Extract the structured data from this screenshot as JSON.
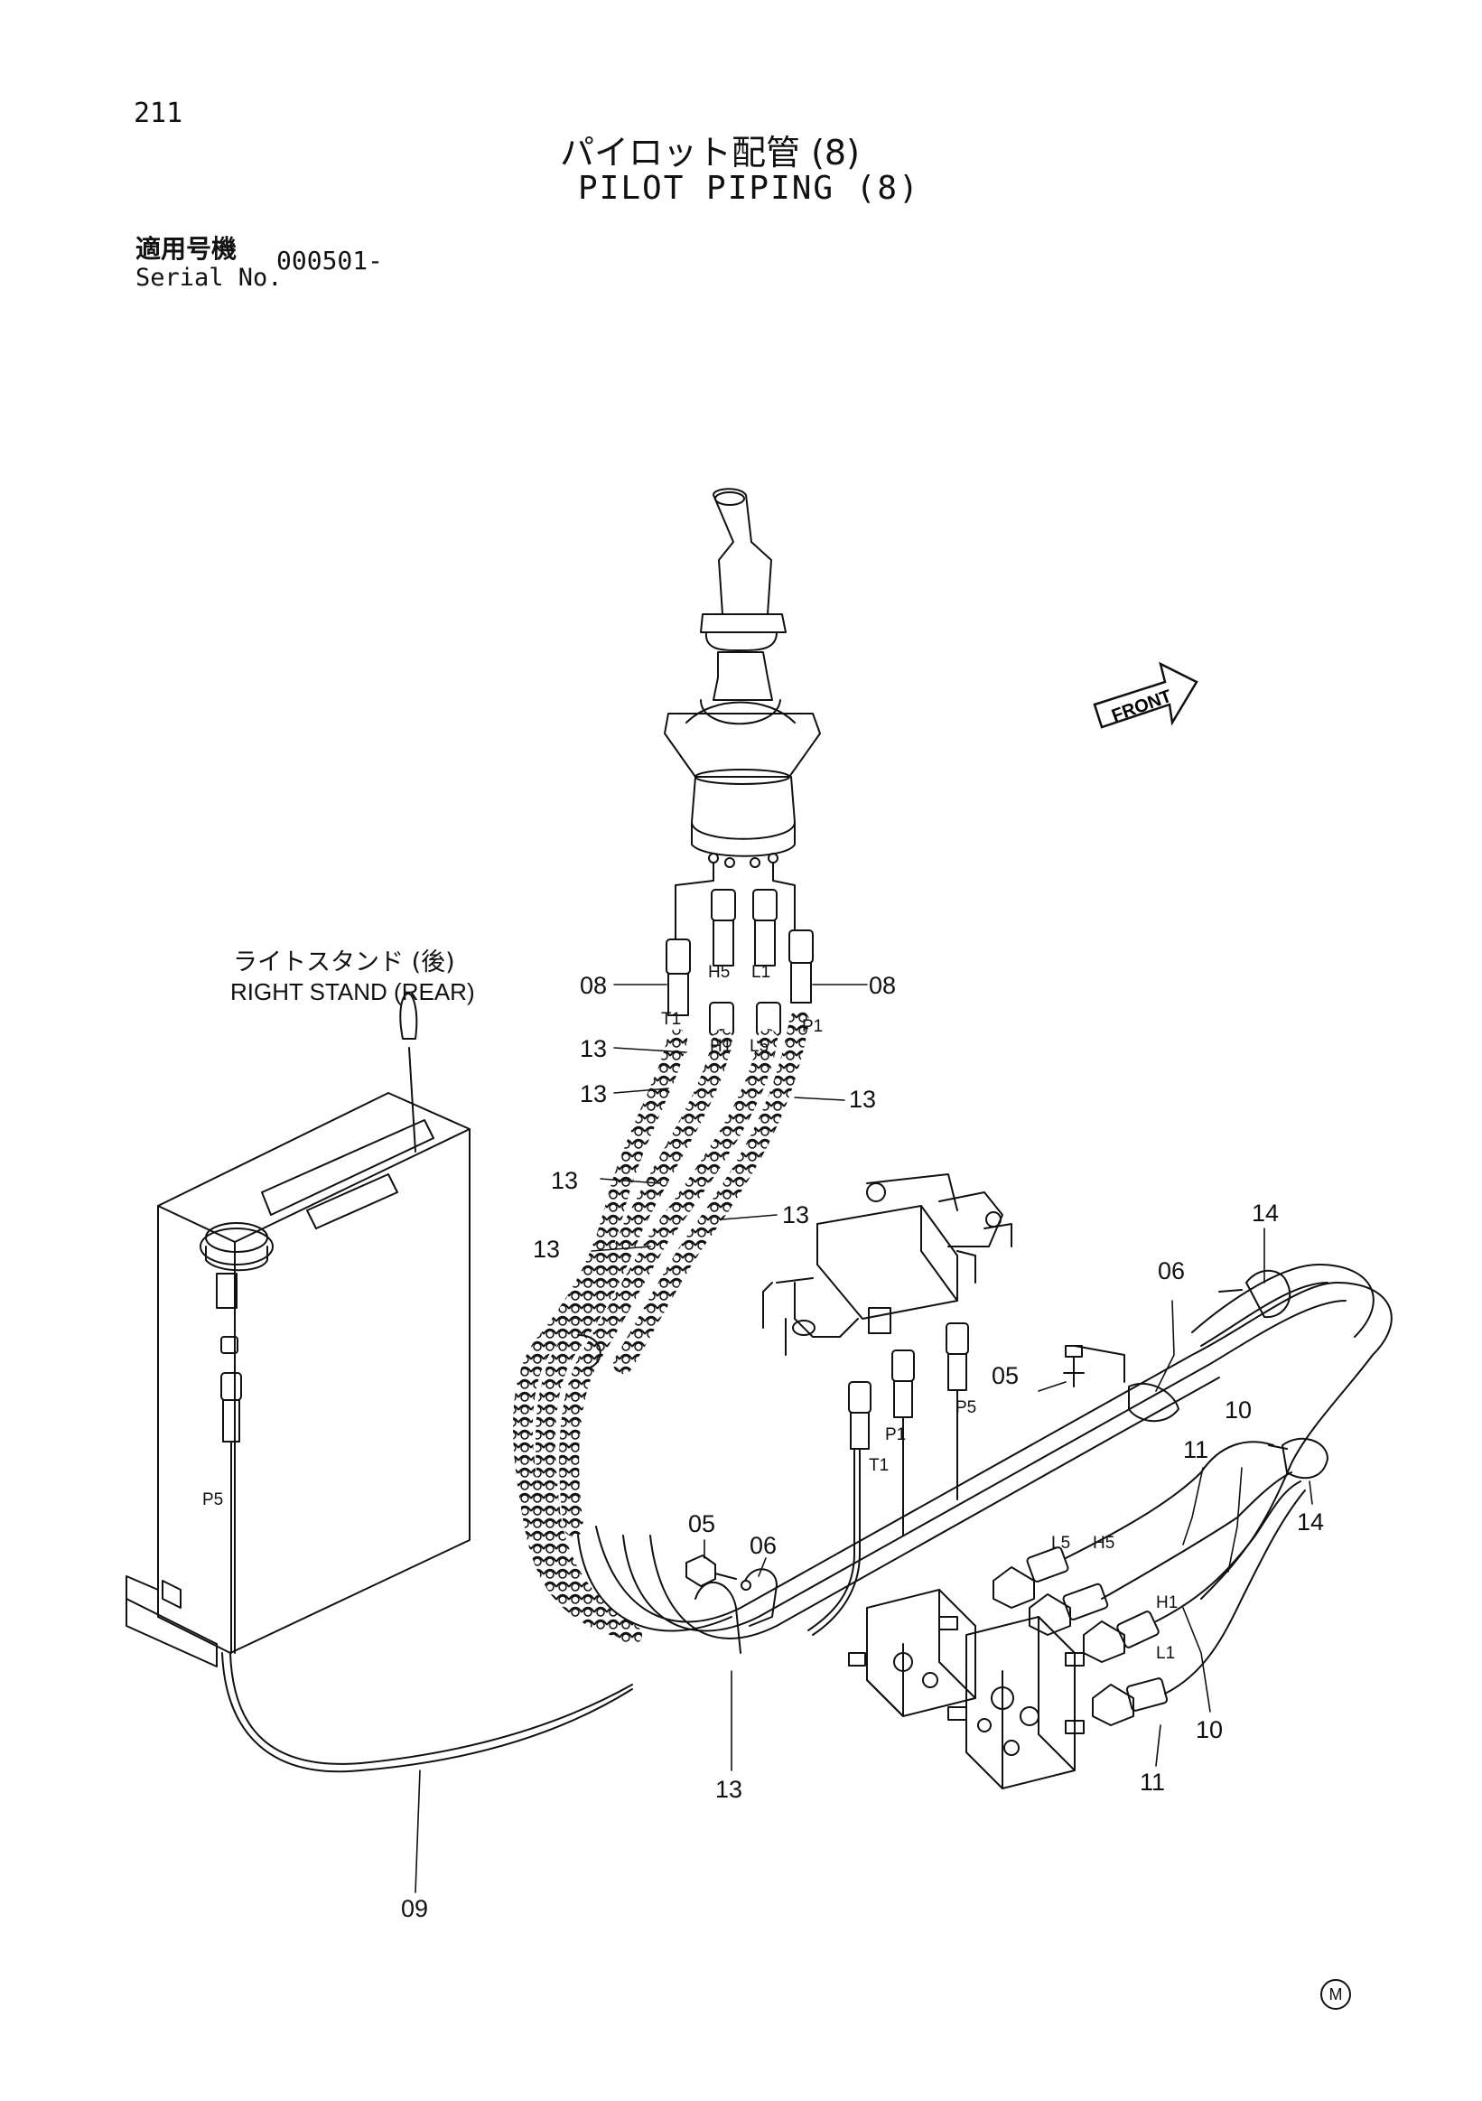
{
  "header": {
    "page_number": "211",
    "title_ja": "パイロット配管 (8)",
    "title_en": "PILOT PIPING (8)",
    "serial_label_ja": "適用号機",
    "serial_label_en": "Serial No.",
    "serial_value": "000501-"
  },
  "labels": {
    "right_stand_ja": "ライトスタンド (後)",
    "right_stand_en": "RIGHT STAND (REAR)",
    "front": "FRONT",
    "footer_mark": "M"
  },
  "callouts": {
    "c08": "08",
    "c13": "13",
    "c06": "06",
    "c05": "05",
    "c14": "14",
    "c10": "10",
    "c11": "11",
    "c09": "09"
  },
  "ports": {
    "t1": "T1",
    "h5": "H5",
    "l1": "L1",
    "p1": "P1",
    "h1": "H1",
    "l5": "L5",
    "p5": "P5"
  }
}
